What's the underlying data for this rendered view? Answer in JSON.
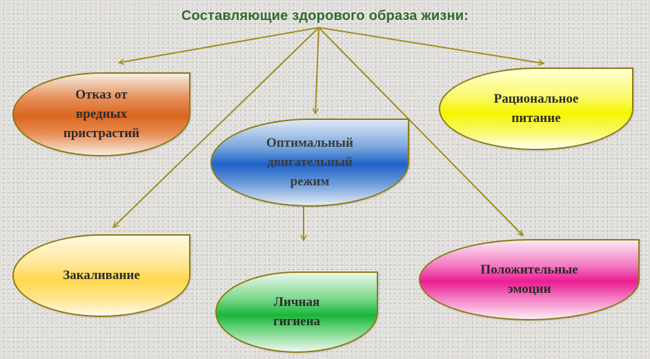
{
  "diagram": {
    "title": "Составляющие здорового образа жизни:",
    "nodes": [
      {
        "id": "n1",
        "label": "Отказ от\nвредных\nпристрастий",
        "fill": "#d9661f"
      },
      {
        "id": "n2",
        "label": "Оптимальный\nдвигательный\nрежим",
        "fill": "#1f62c9"
      },
      {
        "id": "n3",
        "label": "Рациональное\nпитание",
        "fill": "#f5f500"
      },
      {
        "id": "n4",
        "label": "Закаливание",
        "fill": "#ffd84a"
      },
      {
        "id": "n5",
        "label": "Личная\nгигиена",
        "fill": "#19b63b"
      },
      {
        "id": "n6",
        "label": "Положительные\nэмоции",
        "fill": "#ec1c92"
      }
    ],
    "arrow_color": "#a08c1a"
  }
}
